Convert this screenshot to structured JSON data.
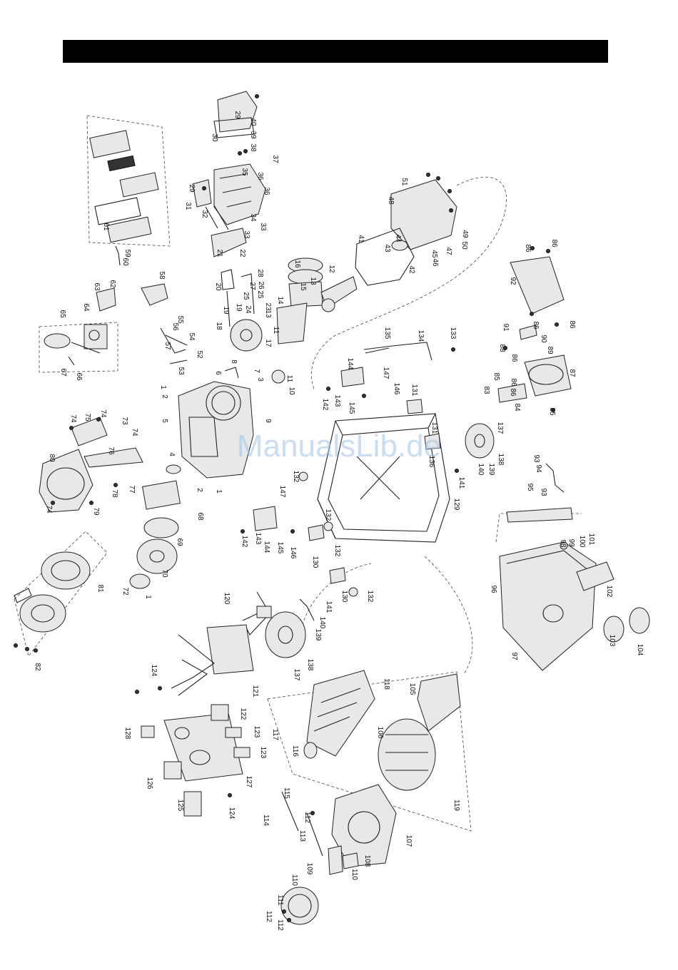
{
  "watermark": "ManualsLib.de",
  "callouts": [
    {
      "id": "29",
      "p": [
        330,
        161
      ]
    },
    {
      "id": "40",
      "p": [
        352,
        171
      ]
    },
    {
      "id": "39",
      "p": [
        352,
        189
      ]
    },
    {
      "id": "38",
      "p": [
        352,
        207
      ]
    },
    {
      "id": "30",
      "p": [
        298,
        193
      ]
    },
    {
      "id": "37",
      "p": [
        383,
        223
      ]
    },
    {
      "id": "35",
      "p": [
        340,
        241
      ]
    },
    {
      "id": "36",
      "p": [
        362,
        247
      ]
    },
    {
      "id": "36",
      "p": [
        371,
        268
      ]
    },
    {
      "id": "29",
      "p": [
        266,
        264
      ]
    },
    {
      "id": "31",
      "p": [
        261,
        289
      ]
    },
    {
      "id": "32",
      "p": [
        284,
        300
      ]
    },
    {
      "id": "34",
      "p": [
        352,
        305
      ]
    },
    {
      "id": "33",
      "p": [
        366,
        318
      ]
    },
    {
      "id": "33",
      "p": [
        343,
        329
      ]
    },
    {
      "id": "22",
      "p": [
        337,
        355
      ]
    },
    {
      "id": "21",
      "p": [
        305,
        355
      ]
    },
    {
      "id": "61",
      "p": [
        146,
        318
      ]
    },
    {
      "id": "59",
      "p": [
        176,
        355
      ]
    },
    {
      "id": "60",
      "p": [
        173,
        367
      ]
    },
    {
      "id": "16",
      "p": [
        414,
        370
      ]
    },
    {
      "id": "12",
      "p": [
        462,
        377
      ]
    },
    {
      "id": "13",
      "p": [
        436,
        394
      ]
    },
    {
      "id": "15",
      "p": [
        422,
        402
      ]
    },
    {
      "id": "28",
      "p": [
        362,
        383
      ]
    },
    {
      "id": "26",
      "p": [
        363,
        400
      ]
    },
    {
      "id": "25",
      "p": [
        362,
        413
      ]
    },
    {
      "id": "27",
      "p": [
        351,
        401
      ]
    },
    {
      "id": "25",
      "p": [
        342,
        415
      ]
    },
    {
      "id": "20",
      "p": [
        303,
        402
      ]
    },
    {
      "id": "19",
      "p": [
        332,
        431
      ]
    },
    {
      "id": "24",
      "p": [
        345,
        434
      ]
    },
    {
      "id": "23",
      "p": [
        373,
        430
      ]
    },
    {
      "id": "14",
      "p": [
        390,
        421
      ]
    },
    {
      "id": "13",
      "p": [
        373,
        440
      ]
    },
    {
      "id": "19",
      "p": [
        314,
        435
      ]
    },
    {
      "id": "18",
      "p": [
        304,
        457
      ]
    },
    {
      "id": "11",
      "p": [
        384,
        463
      ]
    },
    {
      "id": "17",
      "p": [
        373,
        481
      ]
    },
    {
      "id": "58",
      "p": [
        224,
        386
      ]
    },
    {
      "id": "62",
      "p": [
        155,
        398
      ]
    },
    {
      "id": "63",
      "p": [
        133,
        402
      ]
    },
    {
      "id": "64",
      "p": [
        118,
        431
      ]
    },
    {
      "id": "65",
      "p": [
        85,
        440
      ]
    },
    {
      "id": "55",
      "p": [
        250,
        448
      ]
    },
    {
      "id": "56",
      "p": [
        243,
        458
      ]
    },
    {
      "id": "54",
      "p": [
        266,
        472
      ]
    },
    {
      "id": "57",
      "p": [
        232,
        485
      ]
    },
    {
      "id": "52",
      "p": [
        277,
        497
      ]
    },
    {
      "id": "53",
      "p": [
        251,
        520
      ]
    },
    {
      "id": "67",
      "p": [
        86,
        522
      ]
    },
    {
      "id": "66",
      "p": [
        108,
        528
      ]
    },
    {
      "id": "6",
      "p": [
        303,
        523
      ]
    },
    {
      "id": "8",
      "p": [
        325,
        507
      ]
    },
    {
      "id": "7",
      "p": [
        357,
        520
      ]
    },
    {
      "id": "3",
      "p": [
        362,
        532
      ]
    },
    {
      "id": "11",
      "p": [
        403,
        531
      ]
    },
    {
      "id": "10",
      "p": [
        406,
        548
      ]
    },
    {
      "id": "1",
      "p": [
        226,
        543
      ]
    },
    {
      "id": "2",
      "p": [
        228,
        556
      ]
    },
    {
      "id": "5",
      "p": [
        228,
        590
      ]
    },
    {
      "id": "9",
      "p": [
        373,
        590
      ]
    },
    {
      "id": "4",
      "p": [
        238,
        637
      ]
    },
    {
      "id": "2",
      "p": [
        277,
        687
      ]
    },
    {
      "id": "1",
      "p": [
        304,
        689
      ]
    },
    {
      "id": "74",
      "p": [
        100,
        587
      ]
    },
    {
      "id": "75",
      "p": [
        120,
        585
      ]
    },
    {
      "id": "74",
      "p": [
        142,
        580
      ]
    },
    {
      "id": "73",
      "p": [
        172,
        590
      ]
    },
    {
      "id": "74",
      "p": [
        186,
        606
      ]
    },
    {
      "id": "76",
      "p": [
        153,
        632
      ]
    },
    {
      "id": "80",
      "p": [
        70,
        642
      ]
    },
    {
      "id": "77",
      "p": [
        182,
        686
      ]
    },
    {
      "id": "78",
      "p": [
        158,
        692
      ]
    },
    {
      "id": "74",
      "p": [
        66,
        714
      ]
    },
    {
      "id": "79",
      "p": [
        132,
        717
      ]
    },
    {
      "id": "68",
      "p": [
        278,
        724
      ]
    },
    {
      "id": "69",
      "p": [
        249,
        760
      ]
    },
    {
      "id": "70",
      "p": [
        228,
        804
      ]
    },
    {
      "id": "72",
      "p": [
        173,
        829
      ]
    },
    {
      "id": "1",
      "p": [
        205,
        837
      ]
    },
    {
      "id": "81",
      "p": [
        138,
        825
      ]
    },
    {
      "id": "82",
      "p": [
        50,
        935
      ]
    },
    {
      "id": "51",
      "p": [
        564,
        255
      ]
    },
    {
      "id": "48",
      "p": [
        545,
        281
      ]
    },
    {
      "id": "41",
      "p": [
        503,
        335
      ]
    },
    {
      "id": "44",
      "p": [
        555,
        334
      ]
    },
    {
      "id": "43",
      "p": [
        540,
        348
      ]
    },
    {
      "id": "42",
      "p": [
        574,
        378
      ]
    },
    {
      "id": "49",
      "p": [
        649,
        328
      ]
    },
    {
      "id": "50",
      "p": [
        648,
        344
      ]
    },
    {
      "id": "47",
      "p": [
        626,
        352
      ]
    },
    {
      "id": "45",
      "p": [
        606,
        356
      ]
    },
    {
      "id": "46",
      "p": [
        607,
        368
      ]
    },
    {
      "id": "86",
      "p": [
        737,
        348
      ]
    },
    {
      "id": "86",
      "p": [
        774,
        341
      ]
    },
    {
      "id": "92",
      "p": [
        716,
        394
      ]
    },
    {
      "id": "86",
      "p": [
        799,
        455
      ]
    },
    {
      "id": "91",
      "p": [
        706,
        459
      ]
    },
    {
      "id": "90",
      "p": [
        759,
        475
      ]
    },
    {
      "id": "86",
      "p": [
        748,
        456
      ]
    },
    {
      "id": "88",
      "p": [
        701,
        488
      ]
    },
    {
      "id": "86",
      "p": [
        718,
        502
      ]
    },
    {
      "id": "89",
      "p": [
        768,
        491
      ]
    },
    {
      "id": "87",
      "p": [
        799,
        523
      ]
    },
    {
      "id": "85",
      "p": [
        693,
        528
      ]
    },
    {
      "id": "86",
      "p": [
        717,
        536
      ]
    },
    {
      "id": "86",
      "p": [
        716,
        550
      ]
    },
    {
      "id": "83",
      "p": [
        679,
        547
      ]
    },
    {
      "id": "84",
      "p": [
        722,
        571
      ]
    },
    {
      "id": "85",
      "p": [
        771,
        577
      ]
    },
    {
      "id": "135",
      "p": [
        540,
        467
      ]
    },
    {
      "id": "134",
      "p": [
        587,
        471
      ]
    },
    {
      "id": "133",
      "p": [
        632,
        467
      ]
    },
    {
      "id": "144",
      "p": [
        488,
        510
      ]
    },
    {
      "id": "147",
      "p": [
        538,
        523
      ]
    },
    {
      "id": "146",
      "p": [
        553,
        545
      ]
    },
    {
      "id": "142",
      "p": [
        453,
        567
      ]
    },
    {
      "id": "143",
      "p": [
        470,
        562
      ]
    },
    {
      "id": "145",
      "p": [
        490,
        572
      ]
    },
    {
      "id": "131",
      "p": [
        578,
        547
      ]
    },
    {
      "id": "131",
      "p": [
        606,
        600
      ]
    },
    {
      "id": "137",
      "p": [
        698,
        600
      ]
    },
    {
      "id": "138",
      "p": [
        699,
        644
      ]
    },
    {
      "id": "139",
      "p": [
        686,
        658
      ]
    },
    {
      "id": "140",
      "p": [
        671,
        658
      ]
    },
    {
      "id": "141",
      "p": [
        644,
        677
      ]
    },
    {
      "id": "136",
      "p": [
        602,
        647
      ]
    },
    {
      "id": "132",
      "p": [
        412,
        668
      ]
    },
    {
      "id": "129",
      "p": [
        637,
        707
      ]
    },
    {
      "id": "132",
      "p": [
        457,
        722
      ]
    },
    {
      "id": "132",
      "p": [
        470,
        772
      ]
    },
    {
      "id": "130",
      "p": [
        439,
        788
      ]
    },
    {
      "id": "130",
      "p": [
        480,
        836
      ]
    },
    {
      "id": "132",
      "p": [
        516,
        836
      ]
    },
    {
      "id": "147",
      "p": [
        393,
        689
      ]
    },
    {
      "id": "142",
      "p": [
        340,
        759
      ]
    },
    {
      "id": "143",
      "p": [
        359,
        755
      ]
    },
    {
      "id": "144",
      "p": [
        371,
        767
      ]
    },
    {
      "id": "145",
      "p": [
        390,
        768
      ]
    },
    {
      "id": "146",
      "p": [
        408,
        775
      ]
    },
    {
      "id": "93",
      "p": [
        749,
        643
      ]
    },
    {
      "id": "94",
      "p": [
        752,
        657
      ]
    },
    {
      "id": "93",
      "p": [
        759,
        690
      ]
    },
    {
      "id": "95",
      "p": [
        740,
        683
      ]
    },
    {
      "id": "101",
      "p": [
        826,
        756
      ]
    },
    {
      "id": "100",
      "p": [
        813,
        759
      ]
    },
    {
      "id": "99",
      "p": [
        798,
        761
      ]
    },
    {
      "id": "98",
      "p": [
        786,
        762
      ]
    },
    {
      "id": "96",
      "p": [
        689,
        826
      ]
    },
    {
      "id": "102",
      "p": [
        851,
        829
      ]
    },
    {
      "id": "97",
      "p": [
        718,
        920
      ]
    },
    {
      "id": "103",
      "p": [
        855,
        898
      ]
    },
    {
      "id": "104",
      "p": [
        894,
        911
      ]
    },
    {
      "id": "120",
      "p": [
        315,
        839
      ]
    },
    {
      "id": "141",
      "p": [
        458,
        851
      ]
    },
    {
      "id": "140",
      "p": [
        449,
        873
      ]
    },
    {
      "id": "139",
      "p": [
        443,
        890
      ]
    },
    {
      "id": "138",
      "p": [
        432,
        932
      ]
    },
    {
      "id": "137",
      "p": [
        413,
        946
      ]
    },
    {
      "id": "121",
      "p": [
        355,
        969
      ]
    },
    {
      "id": "124",
      "p": [
        213,
        940
      ]
    },
    {
      "id": "122",
      "p": [
        338,
        1001
      ]
    },
    {
      "id": "123",
      "p": [
        357,
        1026
      ]
    },
    {
      "id": "123",
      "p": [
        366,
        1055
      ]
    },
    {
      "id": "128",
      "p": [
        176,
        1028
      ]
    },
    {
      "id": "127",
      "p": [
        346,
        1096
      ]
    },
    {
      "id": "126",
      "p": [
        207,
        1098
      ]
    },
    {
      "id": "125",
      "p": [
        250,
        1129
      ]
    },
    {
      "id": "124",
      "p": [
        322,
        1140
      ]
    },
    {
      "id": "118",
      "p": [
        539,
        959
      ]
    },
    {
      "id": "105",
      "p": [
        575,
        966
      ]
    },
    {
      "id": "117",
      "p": [
        383,
        1030
      ]
    },
    {
      "id": "106",
      "p": [
        530,
        1027
      ]
    },
    {
      "id": "116",
      "p": [
        411,
        1053
      ]
    },
    {
      "id": "119",
      "p": [
        637,
        1129
      ]
    },
    {
      "id": "115",
      "p": [
        399,
        1112
      ]
    },
    {
      "id": "114",
      "p": [
        370,
        1150
      ]
    },
    {
      "id": "112",
      "p": [
        428,
        1146
      ]
    },
    {
      "id": "113",
      "p": [
        421,
        1172
      ]
    },
    {
      "id": "107",
      "p": [
        570,
        1179
      ]
    },
    {
      "id": "108",
      "p": [
        512,
        1207
      ]
    },
    {
      "id": "109",
      "p": [
        431,
        1218
      ]
    },
    {
      "id": "110",
      "p": [
        494,
        1226
      ]
    },
    {
      "id": "110",
      "p": [
        410,
        1234
      ]
    },
    {
      "id": "111",
      "p": [
        390,
        1262
      ]
    },
    {
      "id": "112",
      "p": [
        374,
        1285
      ]
    },
    {
      "id": "112",
      "p": [
        390,
        1297
      ]
    }
  ]
}
